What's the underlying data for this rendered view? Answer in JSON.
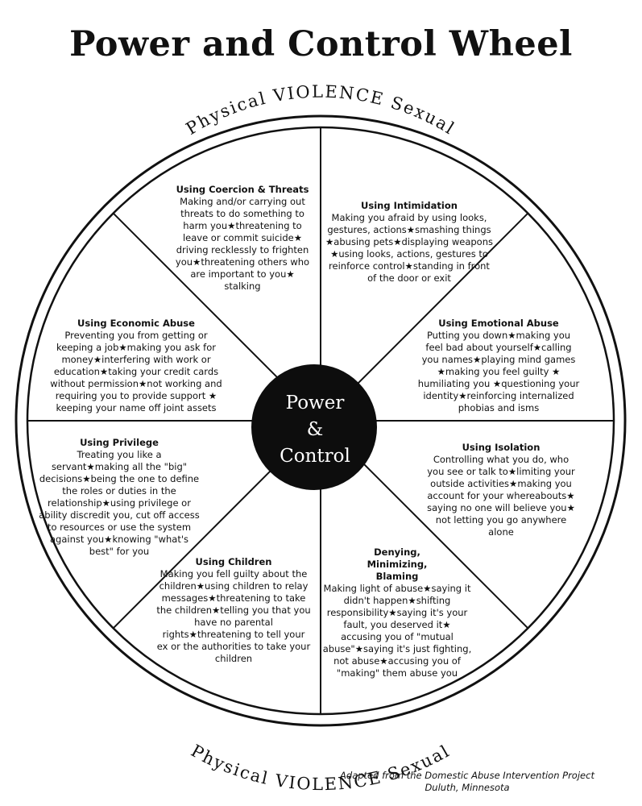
{
  "title": "Power and Control Wheel",
  "rim": {
    "top": "Physical VIOLENCE Sexual",
    "bottom": "Physical VIOLENCE Sexual"
  },
  "hub": {
    "line1": "Power",
    "line2": "&",
    "line3": "Control"
  },
  "segments": {
    "coercion": {
      "heading": "Using Coercion & Threats",
      "text": "Making and/or carrying out threats to do something to harm you★threatening to leave or commit suicide★ driving recklessly to frighten you★threatening others who are important to you★ stalking"
    },
    "intimidation": {
      "heading": "Using Intimidation",
      "text": "Making you afraid by using looks, gestures, actions★smashing things ★abusing pets★displaying weapons ★using looks, actions, gestures to reinforce control★standing in front of the door or exit"
    },
    "emotional": {
      "heading": "Using Emotional Abuse",
      "text": "Putting you down★making you feel bad about yourself★calling you names★playing mind games ★making you feel guilty ★ humiliating you ★questioning your identity★reinforcing internalized phobias and isms"
    },
    "isolation": {
      "heading": "Using Isolation",
      "text": "Controlling what you do, who you see or talk to★limiting your outside activities★making you account for your whereabouts★ saying no one will believe you★ not letting you go anywhere alone"
    },
    "denying": {
      "heading": "Denying, Minimizing, Blaming",
      "text": "Making light of abuse★saying it didn't happen★shifting responsibility★saying it's your fault, you deserved it★ accusing you of \"mutual abuse\"★saying it's just fighting, not abuse★accusing you of \"making\" them abuse you"
    },
    "children": {
      "heading": "Using Children",
      "text": "Making you fell guilty about the children★using children to relay messages★threatening to take the children★telling you that you have no parental rights★threatening to tell your ex or the authorities to take your children"
    },
    "privilege": {
      "heading": "Using Privilege",
      "text": "Treating you like a servant★making all the \"big\" decisions★being the one to define the roles or duties in the relationship★using privilege or ability discredit you, cut off access to resources or use the system against you★knowing \"what's best\" for you"
    },
    "economic": {
      "heading": "Using Economic Abuse",
      "text": "Preventing you from getting or keeping a job★making you ask for money★interfering with work or education★taking your credit cards without permission★not working and requiring you to provide support ★ keeping your name off joint assets"
    }
  },
  "credit": {
    "line1": "Adapted from the Domestic Abuse Intervention Project",
    "line2": "Duluth, Minnesota"
  }
}
